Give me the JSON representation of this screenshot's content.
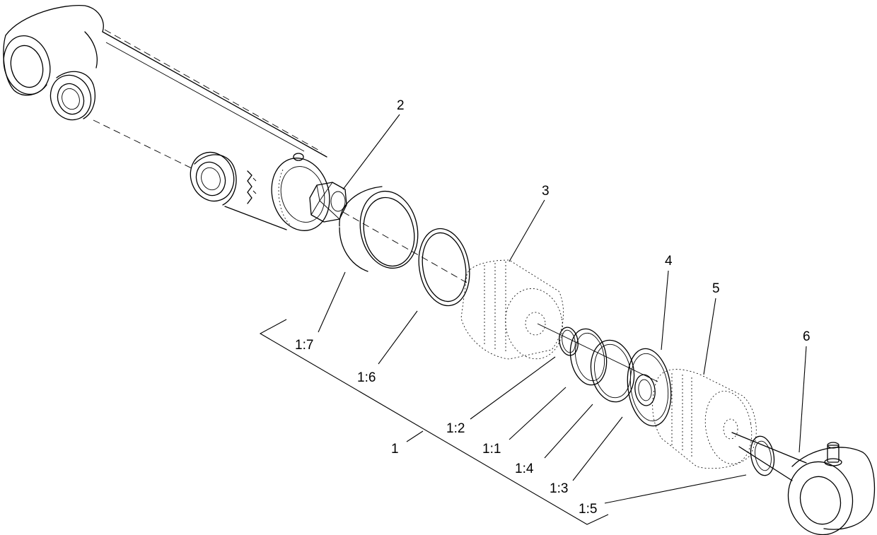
{
  "callouts": [
    {
      "id": "c2",
      "text": "2"
    },
    {
      "id": "c3",
      "text": "3"
    },
    {
      "id": "c4",
      "text": "4"
    },
    {
      "id": "c5",
      "text": "5"
    },
    {
      "id": "c6",
      "text": "6"
    },
    {
      "id": "c1",
      "text": "1"
    },
    {
      "id": "c1_1",
      "text": "1:1"
    },
    {
      "id": "c1_2",
      "text": "1:2"
    },
    {
      "id": "c1_3",
      "text": "1:3"
    },
    {
      "id": "c1_4",
      "text": "1:4"
    },
    {
      "id": "c1_5",
      "text": "1:5"
    },
    {
      "id": "c1_6",
      "text": "1:6"
    },
    {
      "id": "c1_7",
      "text": "1:7"
    }
  ]
}
